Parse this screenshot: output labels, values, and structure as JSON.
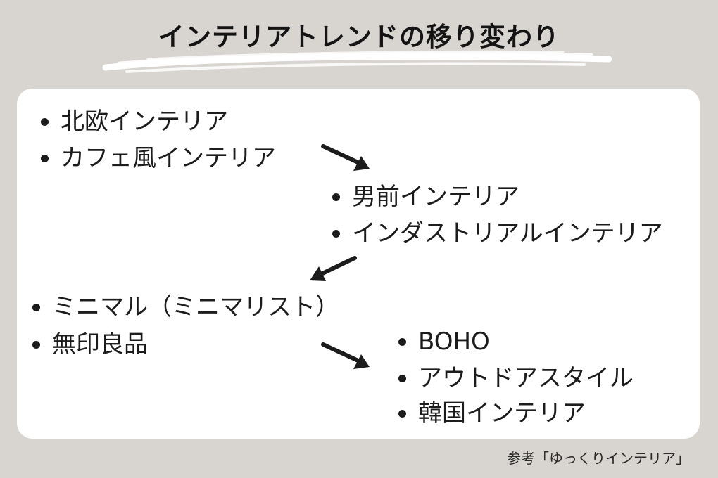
{
  "title": "インテリアトレンドの移り変わり",
  "groups": [
    {
      "items": [
        "北欧インテリア",
        "カフェ風インテリア"
      ]
    },
    {
      "items": [
        "男前インテリア",
        "インダストリアルインテリア"
      ]
    },
    {
      "items": [
        "ミニマル（ミニマリスト）",
        "無印良品"
      ]
    },
    {
      "items": [
        "BOHO",
        "アウトドアスタイル",
        "韓国インテリア"
      ]
    }
  ],
  "source": "参考「ゆっくりインテリア」"
}
